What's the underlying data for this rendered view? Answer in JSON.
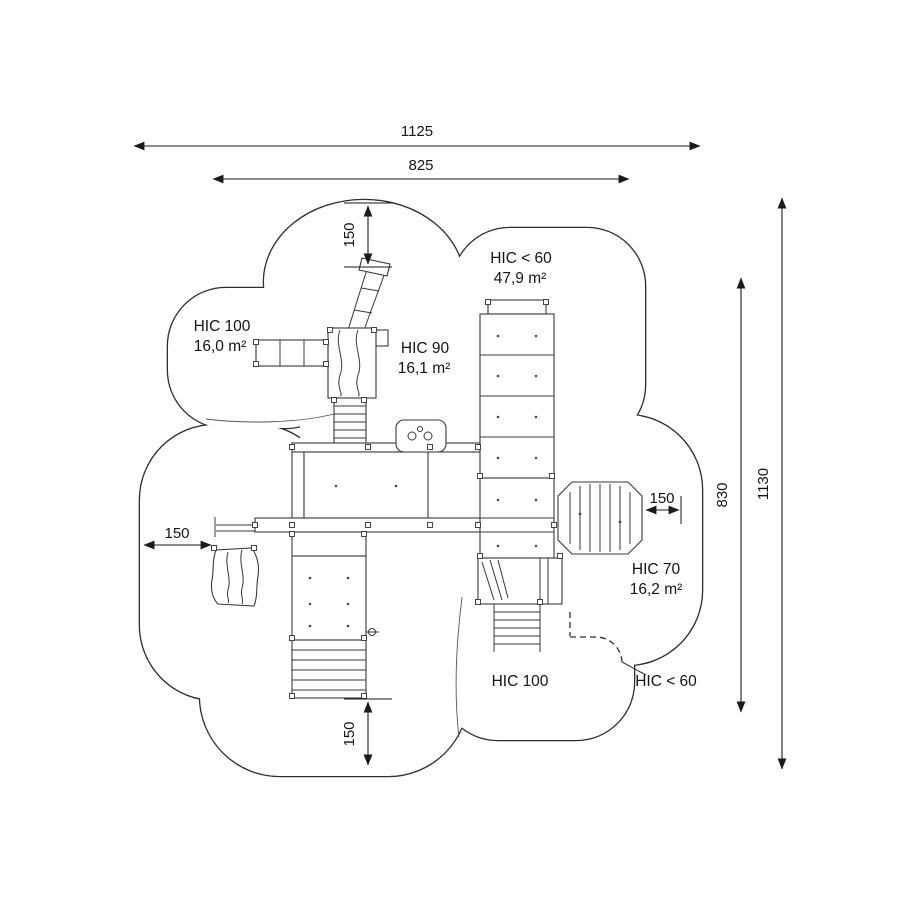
{
  "diagram": {
    "dims": {
      "width_total": "1125",
      "width_inner": "825",
      "height_total": "1130",
      "height_inner": "830",
      "offset_top": "150",
      "offset_left": "150",
      "offset_right": "150",
      "offset_bottom": "150"
    },
    "zones": {
      "left": {
        "label": "HIC 100",
        "area": "16,0 m²"
      },
      "tower": {
        "label": "HIC 90",
        "area": "16,1 m²"
      },
      "top": {
        "label": "HIC < 60",
        "area": "47,9 m²"
      },
      "right": {
        "label": "HIC 70",
        "area": "16,2 m²"
      },
      "bottom": {
        "label": "HIC 100"
      },
      "bottom_right": {
        "label": "HIC < 60"
      }
    }
  }
}
